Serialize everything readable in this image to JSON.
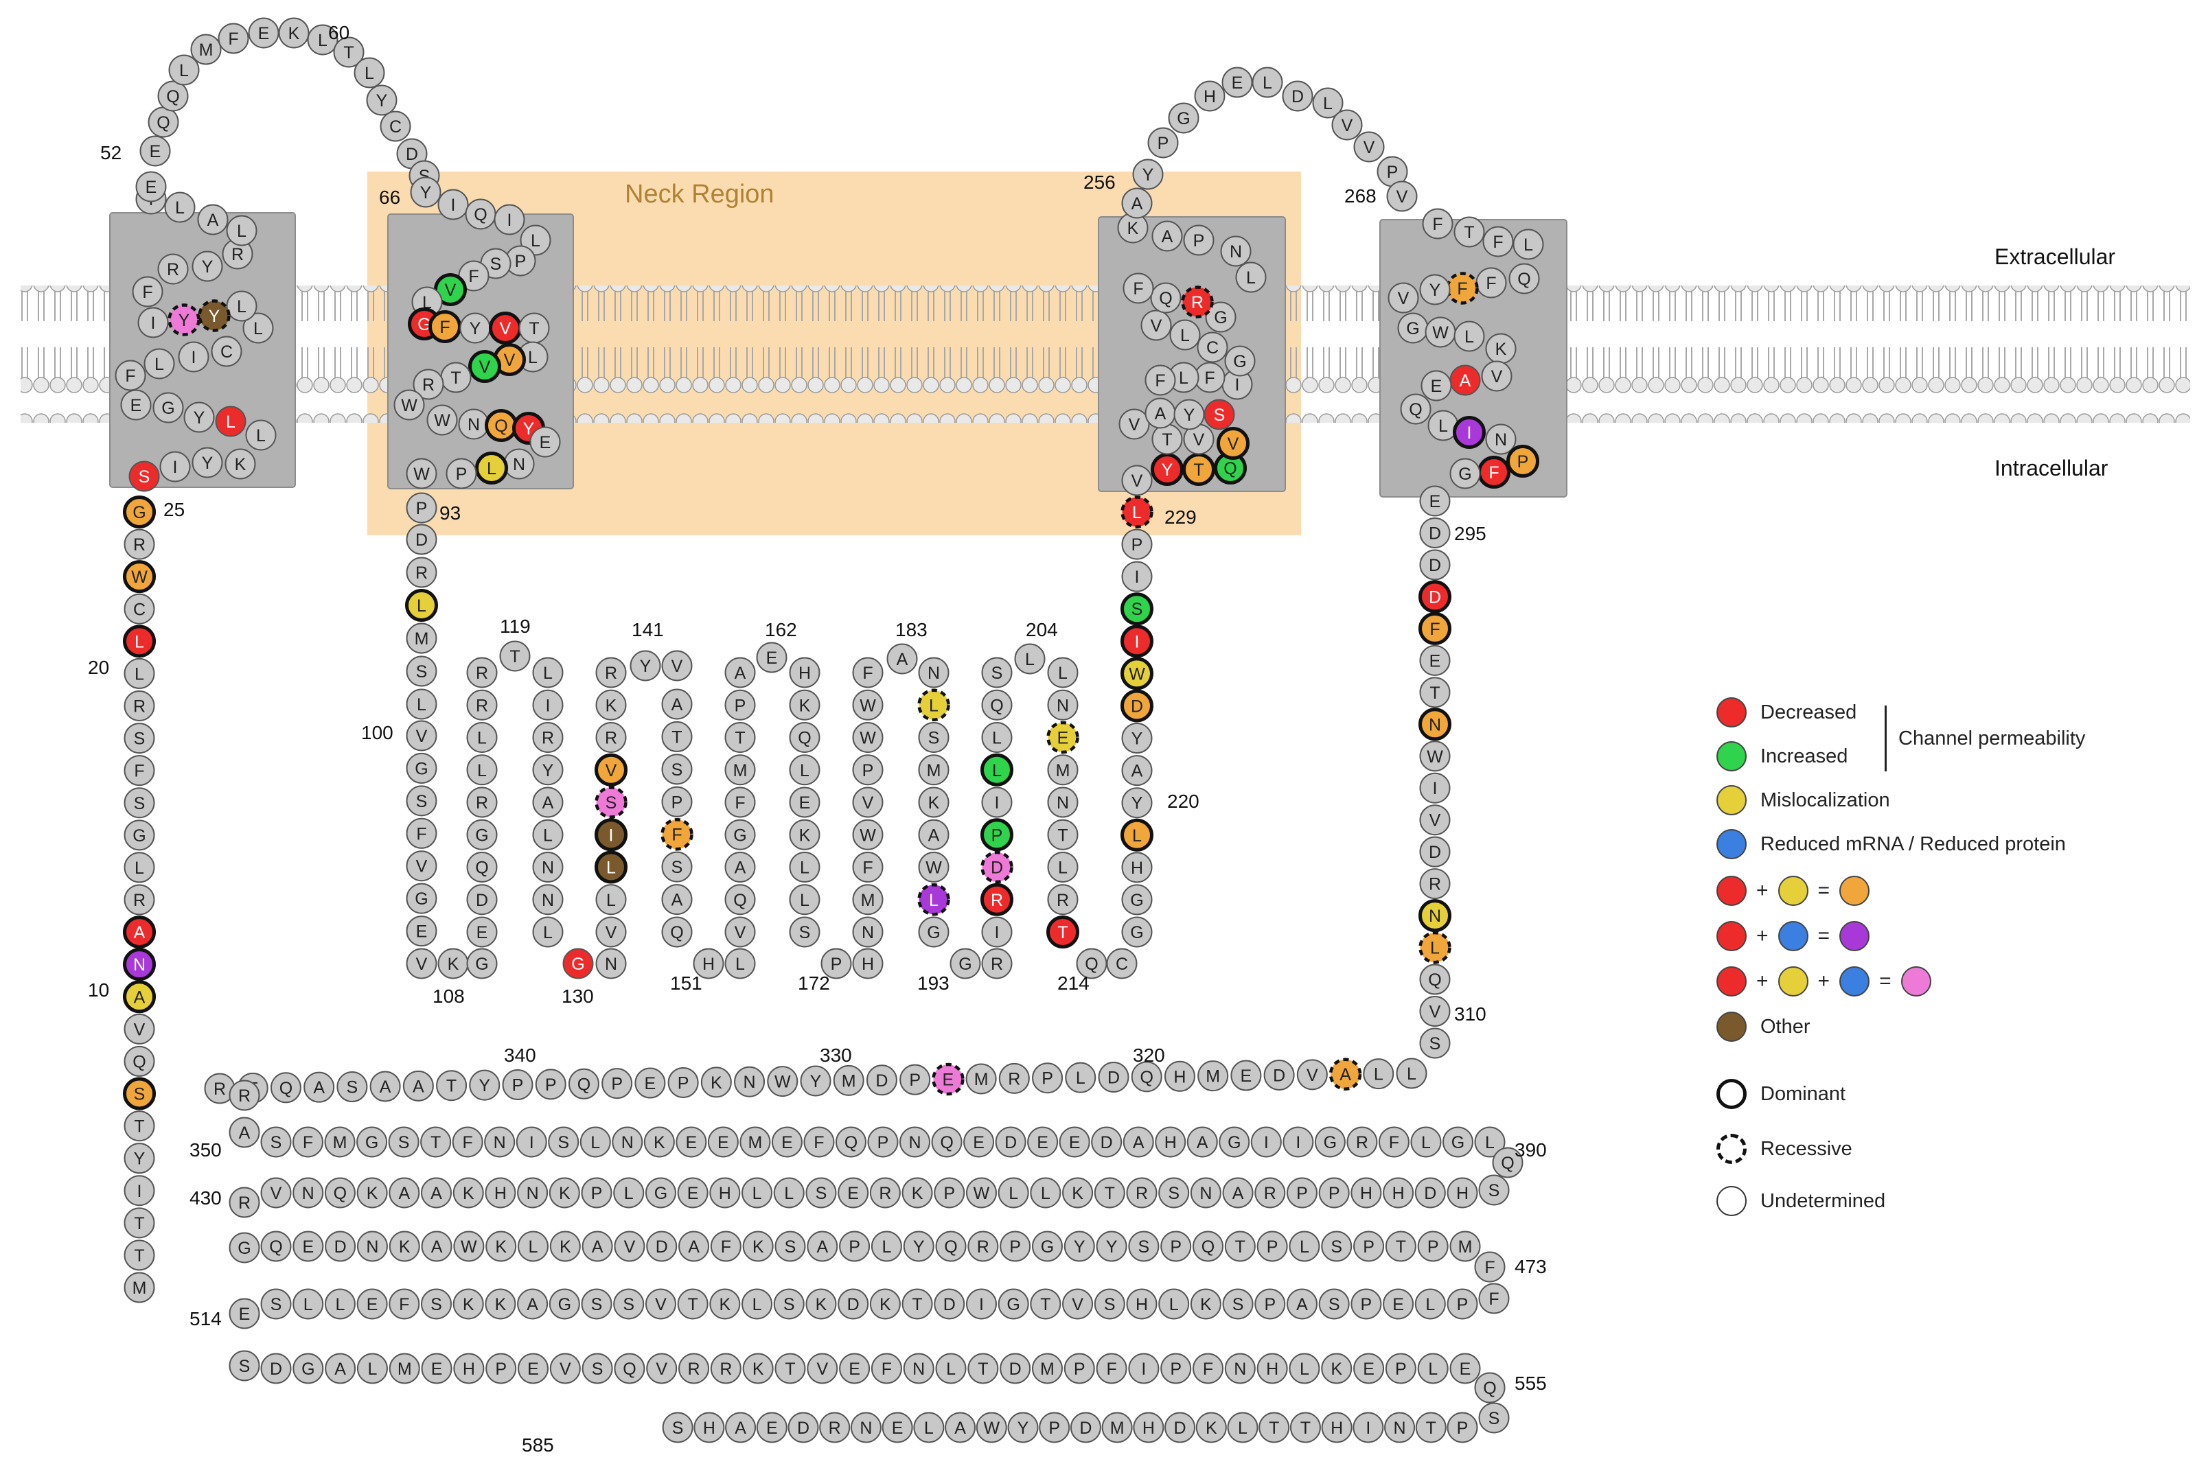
{
  "labels": {
    "neck_region": "Neck Region",
    "extracellular": "Extracellular",
    "intracellular": "Intracellular"
  },
  "positions": {
    "p10": "10",
    "p20": "20",
    "p25": "25",
    "p52": "52",
    "p60": "60",
    "p66": "66",
    "p93": "93",
    "p100": "100",
    "p108": "108",
    "p119": "119",
    "p130": "130",
    "p141": "141",
    "p151": "151",
    "p162": "162",
    "p172": "172",
    "p183": "183",
    "p193": "193",
    "p204": "204",
    "p214": "214",
    "p220": "220",
    "p229": "229",
    "p256": "256",
    "p268": "268",
    "p295": "295",
    "p310": "310",
    "p320": "320",
    "p330": "330",
    "p340": "340",
    "p350": "350",
    "p390": "390",
    "p430": "430",
    "p473": "473",
    "p514": "514",
    "p555": "555",
    "p585": "585"
  },
  "legend": {
    "decreased": "Decreased",
    "increased": "Increased",
    "channel_permeability": "Channel permeability",
    "mislocalization": "Mislocalization",
    "reduced": "Reduced mRNA / Reduced protein",
    "plus": "+",
    "equals": "=",
    "other": "Other",
    "dominant": "Dominant",
    "recessive": "Recessive",
    "undetermined": "Undetermined"
  },
  "colors": {
    "decreased": "#ee2b2b",
    "increased": "#2fd34c",
    "mislocalization": "#e6d03a",
    "reduced": "#3b7fe0",
    "dec_mislocalization": "#f0a63a",
    "dec_reduced": "#a838d8",
    "all_three": "#ee7ad8",
    "other": "#7a5a2c",
    "default": "#c8c8c8",
    "box": "#b2b2b2",
    "neck": "#fbdcb0"
  },
  "sequence": {
    "n_tail": "MTTIYTSQVANARLGSFSRLLCWR",
    "tm1": "GSIYKLLYGEFLICLLYYIFRYRL",
    "el1": "ALTEEQQLMFEKLT",
    "tm2": "LYCDSYIQILPSFVLGFYVTLVVTRW",
    "loop_a": "WNQYENLPWPDRLMSLVGSFVGEVKGEDQGRLLRRTLIRYALNNLGNVLLISVRKRYVATSPF",
    "loop_b": "SAQHLVQAGFMTPAEHKQLEKLLSPHNMFWVPWWFANLSMKAWLGGRIRDPILLQSLLNEMNTLRTQCGGHLYAYDWI",
    "tm3": "SIPLVYTQVVTVAYSIFLFGCLVGRQ",
    "el2": "FLNPAKAYPGHEL",
    "tm4": "DLVVPVFTFLQFFYVGWLKVAEQ",
    "c_tail": "LINPFGEDDDFETNWIVDRNLQVSLLAVDEMHQDLPRMEPDMYWNKPEPQPPYTAASAQFRRASFMGSTFNISLNKEEMEFQPNQEDEEDAHAGIIGRFLGLQSHDHHPPRANSRTKLLWPKRESLLHEGLPKNHKAAKQNVRGQEDNKAWKLKAVDAFKSAPLYQRPGYYSPQTPLSPTPMFFPLEPSAPSKLHSVTGIDTKDKSLKTVSSGAKKSFELLSESDGALMEHPEVSQVRRKTVEFNLTDMPFIPFNHLKEPLEQSPTNIHTTLKDHMDPYWALENRDEAHS"
  },
  "variants": [
    {
      "index": 6,
      "color": "dec_mislocalization",
      "pattern": "dominant"
    },
    {
      "index": 9,
      "color": "mislocalization",
      "pattern": "dominant"
    },
    {
      "index": 10,
      "color": "dec_reduced",
      "pattern": "dominant"
    },
    {
      "index": 11,
      "color": "decreased",
      "pattern": "dominant"
    },
    {
      "index": 20,
      "color": "decreased",
      "pattern": "dominant"
    },
    {
      "index": 22,
      "color": "dec_mislocalization",
      "pattern": "dominant"
    },
    {
      "index": 24,
      "color": "dec_mislocalization",
      "pattern": "dominant"
    },
    {
      "index": 25,
      "color": "decreased",
      "pattern": "undetermined"
    },
    {
      "index": 30,
      "color": "decreased",
      "pattern": "undetermined"
    },
    {
      "index": 40,
      "color": "other",
      "pattern": "recessive"
    },
    {
      "index": 41,
      "color": "all_three",
      "pattern": "recessive"
    },
    {
      "index": 75,
      "color": "increased",
      "pattern": "dominant"
    },
    {
      "index": 77,
      "color": "decreased",
      "pattern": "dominant"
    },
    {
      "index": 78,
      "color": "dec_mislocalization",
      "pattern": "dominant"
    },
    {
      "index": 80,
      "color": "decreased",
      "pattern": "dominant"
    },
    {
      "index": 83,
      "color": "dec_mislocalization",
      "pattern": "dominant"
    },
    {
      "index": 84,
      "color": "increased",
      "pattern": "dominant"
    },
    {
      "index": 90,
      "color": "dec_mislocalization",
      "pattern": "dominant"
    },
    {
      "index": 91,
      "color": "decreased",
      "pattern": "dominant"
    },
    {
      "index": 94,
      "color": "mislocalization",
      "pattern": "dominant"
    },
    {
      "index": 100,
      "color": "mislocalization",
      "pattern": "dominant"
    },
    {
      "index": 133,
      "color": "decreased",
      "pattern": "undetermined"
    },
    {
      "index": 137,
      "color": "other",
      "pattern": "dominant"
    },
    {
      "index": 138,
      "color": "other",
      "pattern": "dominant"
    },
    {
      "index": 139,
      "color": "all_three",
      "pattern": "recessive"
    },
    {
      "index": 140,
      "color": "dec_mislocalization",
      "pattern": "dominant"
    },
    {
      "index": 150,
      "color": "dec_mislocalization",
      "pattern": "recessive"
    },
    {
      "index": 188,
      "color": "mislocalization",
      "pattern": "recessive"
    },
    {
      "index": 194,
      "color": "dec_reduced",
      "pattern": "recessive"
    },
    {
      "index": 199,
      "color": "decreased",
      "pattern": "dominant"
    },
    {
      "index": 200,
      "color": "all_three",
      "pattern": "recessive"
    },
    {
      "index": 201,
      "color": "increased",
      "pattern": "dominant"
    },
    {
      "index": 203,
      "color": "increased",
      "pattern": "dominant"
    },
    {
      "index": 210,
      "color": "mislocalization",
      "pattern": "recessive"
    },
    {
      "index": 216,
      "color": "decreased",
      "pattern": "dominant"
    },
    {
      "index": 222,
      "color": "dec_mislocalization",
      "pattern": "dominant"
    },
    {
      "index": 226,
      "color": "dec_mislocalization",
      "pattern": "dominant"
    },
    {
      "index": 227,
      "color": "mislocalization",
      "pattern": "dominant"
    },
    {
      "index": 228,
      "color": "decreased",
      "pattern": "dominant"
    },
    {
      "index": 229,
      "color": "increased",
      "pattern": "dominant"
    },
    {
      "index": 232,
      "color": "decreased",
      "pattern": "recessive"
    },
    {
      "index": 234,
      "color": "decreased",
      "pattern": "dominant"
    },
    {
      "index": 235,
      "color": "dec_mislocalization",
      "pattern": "dominant"
    },
    {
      "index": 236,
      "color": "increased",
      "pattern": "dominant"
    },
    {
      "index": 237,
      "color": "dec_mislocalization",
      "pattern": "dominant"
    },
    {
      "index": 243,
      "color": "decreased",
      "pattern": "undetermined"
    },
    {
      "index": 253,
      "color": "decreased",
      "pattern": "recessive"
    },
    {
      "index": 280,
      "color": "dec_mislocalization",
      "pattern": "recessive"
    },
    {
      "index": 288,
      "color": "decreased",
      "pattern": "undetermined"
    },
    {
      "index": 292,
      "color": "dec_reduced",
      "pattern": "dominant"
    },
    {
      "index": 294,
      "color": "dec_mislocalization",
      "pattern": "dominant"
    },
    {
      "index": 295,
      "color": "decreased",
      "pattern": "dominant"
    },
    {
      "index": 300,
      "color": "decreased",
      "pattern": "dominant"
    },
    {
      "index": 301,
      "color": "dec_mislocalization",
      "pattern": "dominant"
    },
    {
      "index": 304,
      "color": "dec_mislocalization",
      "pattern": "dominant"
    },
    {
      "index": 310,
      "color": "mislocalization",
      "pattern": "dominant"
    },
    {
      "index": 311,
      "color": "dec_mislocalization",
      "pattern": "recessive"
    },
    {
      "index": 317,
      "color": "dec_mislocalization",
      "pattern": "recessive"
    },
    {
      "index": 329,
      "color": "all_three",
      "pattern": "recessive"
    }
  ]
}
